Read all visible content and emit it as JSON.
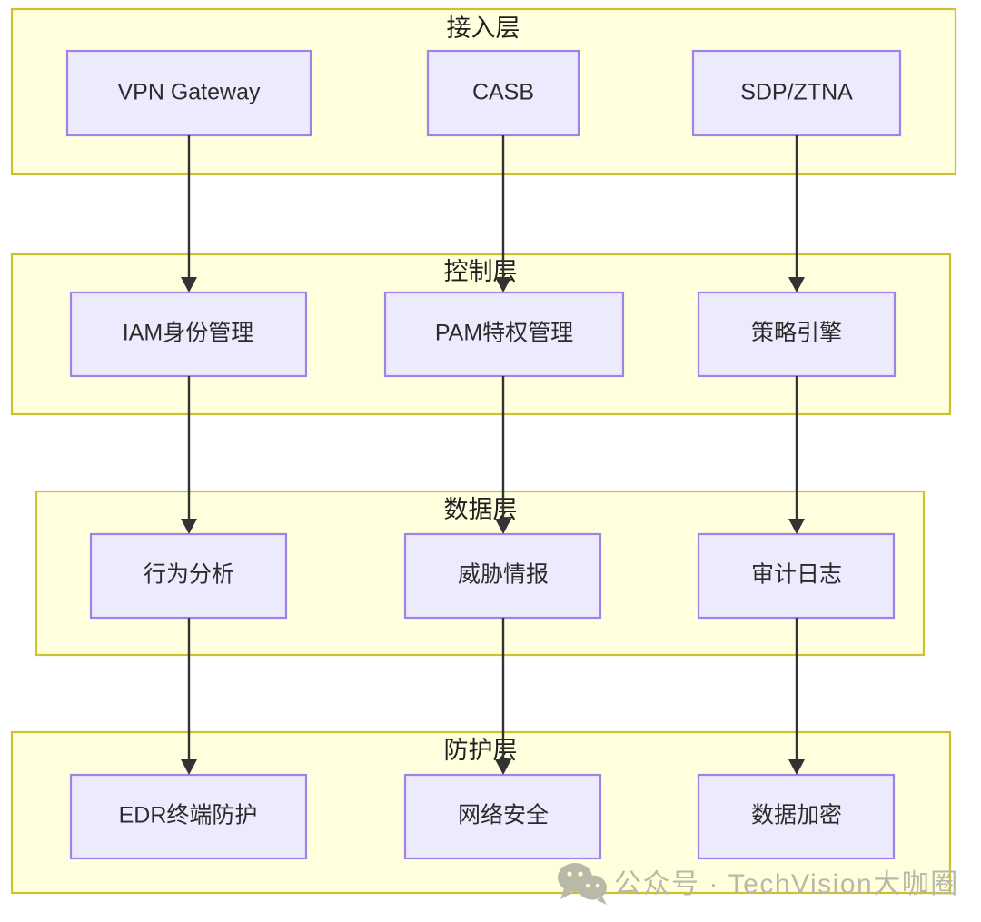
{
  "diagram": {
    "type": "layered-block-diagram",
    "background_color": "#ffffff",
    "layer_fill": "#ffffdd",
    "layer_border": "#ccc22e",
    "node_fill": "#ecebfd",
    "node_border": "#a083e8",
    "edge_color": "#333333",
    "layers": [
      {
        "id": "access-layer",
        "title": "接入层",
        "nodes": [
          {
            "id": "vpn-gateway",
            "label": "VPN Gateway"
          },
          {
            "id": "casb",
            "label": "CASB"
          },
          {
            "id": "sdp-ztna",
            "label": "SDP/ZTNA"
          }
        ]
      },
      {
        "id": "control-layer",
        "title": "控制层",
        "nodes": [
          {
            "id": "iam",
            "label": "IAM身份管理"
          },
          {
            "id": "pam",
            "label": "PAM特权管理"
          },
          {
            "id": "policy-engine",
            "label": "策略引擎"
          }
        ]
      },
      {
        "id": "data-layer",
        "title": "数据层",
        "nodes": [
          {
            "id": "behavior-analysis",
            "label": "行为分析"
          },
          {
            "id": "threat-intel",
            "label": "威胁情报"
          },
          {
            "id": "audit-log",
            "label": "审计日志"
          }
        ]
      },
      {
        "id": "protection-layer",
        "title": "防护层",
        "nodes": [
          {
            "id": "edr",
            "label": "EDR终端防护"
          },
          {
            "id": "network-security",
            "label": "网络安全"
          },
          {
            "id": "data-encryption",
            "label": "数据加密"
          }
        ]
      }
    ],
    "connections": [
      {
        "from": "vpn-gateway",
        "to": "iam"
      },
      {
        "from": "casb",
        "to": "pam"
      },
      {
        "from": "sdp-ztna",
        "to": "policy-engine"
      },
      {
        "from": "iam",
        "to": "behavior-analysis"
      },
      {
        "from": "pam",
        "to": "threat-intel"
      },
      {
        "from": "policy-engine",
        "to": "audit-log"
      },
      {
        "from": "behavior-analysis",
        "to": "edr"
      },
      {
        "from": "threat-intel",
        "to": "network-security"
      },
      {
        "from": "audit-log",
        "to": "data-encryption"
      }
    ]
  },
  "watermark": {
    "icon": "wechat-icon",
    "text": "公众号 · TechVision大咖圈",
    "color": "#b9b9a8"
  }
}
